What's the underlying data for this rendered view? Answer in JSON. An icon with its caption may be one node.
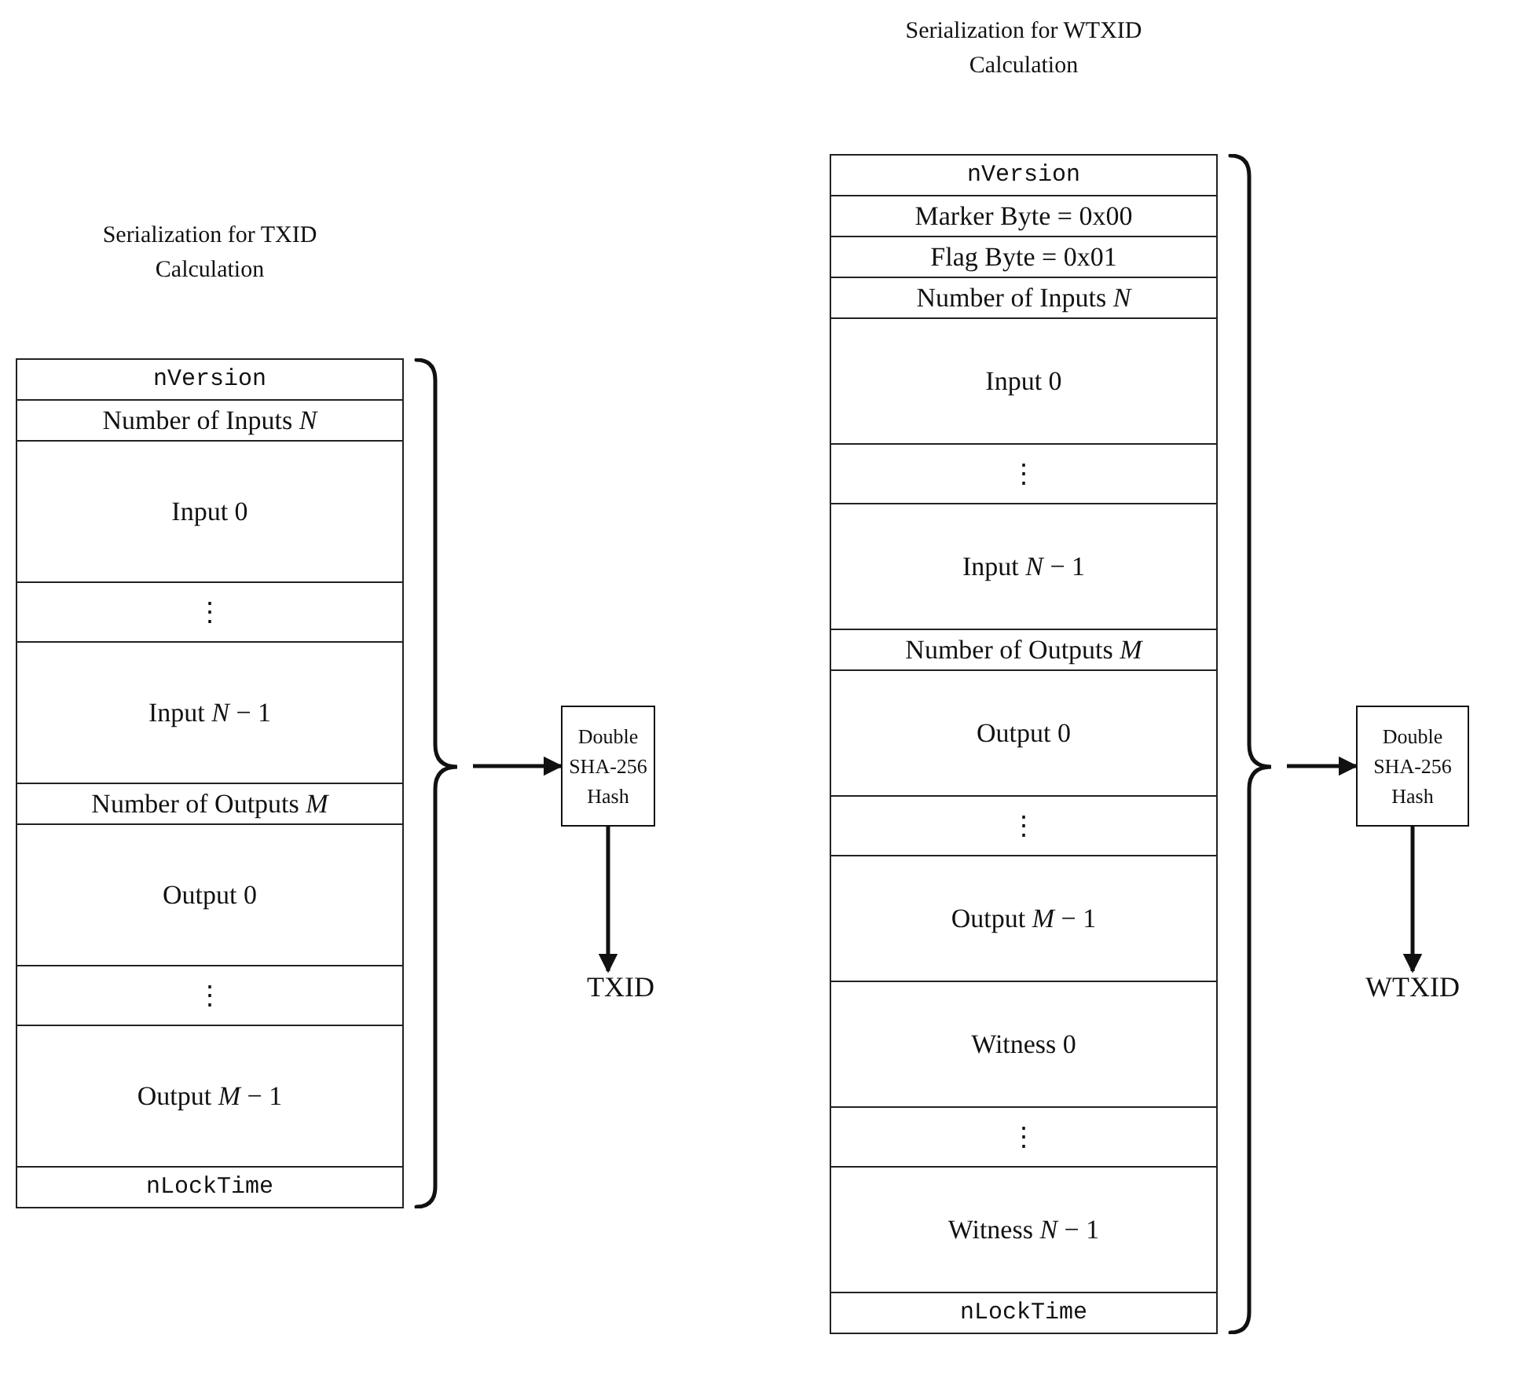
{
  "diagram": {
    "nodes": [
      {
        "text": [
          "Serialization for TXID Calculation"
        ]
      },
      {
        "text": [
          "nVersion"
        ],
        "in": 0
      },
      {
        "text": [
          "Number of Inputs *N*"
        ],
        "in": 0
      },
      {
        "text": [
          "Input 0"
        ],
        "in": 0
      },
      {
        "text": [
          "⋮"
        ],
        "in": 0
      },
      {
        "text": [
          "Input *N* − 1"
        ],
        "in": 0
      },
      {
        "text": [
          "Number of Outputs *M*"
        ],
        "in": 0
      },
      {
        "text": [
          "Output 0"
        ],
        "in": 0
      },
      {
        "text": [
          "⋮"
        ],
        "in": 0
      },
      {
        "text": [
          "Output *M* − 1"
        ],
        "in": 0
      },
      {
        "text": [
          "nLockTime"
        ],
        "in": 0
      },
      {
        "text": [
          "Double SHA-256 Hash"
        ]
      },
      {
        "text": [
          "TXID"
        ]
      },
      {
        "text": [
          "Serialization for WTXID Calculation"
        ]
      },
      {
        "text": [
          "nVersion"
        ],
        "in": 13
      },
      {
        "text": [
          "Marker Byte = 0x00"
        ],
        "in": 13
      },
      {
        "text": [
          "Flag Byte = 0x01"
        ],
        "in": 13
      },
      {
        "text": [
          "Number of Inputs *N*"
        ],
        "in": 13
      },
      {
        "text": [
          "Input 0"
        ],
        "in": 13
      },
      {
        "text": [
          "⋮"
        ],
        "in": 13
      },
      {
        "text": [
          "Input *N* − 1"
        ],
        "in": 13
      },
      {
        "text": [
          "Number of Outputs *M*"
        ],
        "in": 13
      },
      {
        "text": [
          "Output 0"
        ],
        "in": 13
      },
      {
        "text": [
          "⋮"
        ],
        "in": 13
      },
      {
        "text": [
          "Output *M* − 1"
        ],
        "in": 13
      },
      {
        "text": [
          "Witness 0"
        ],
        "in": 13
      },
      {
        "text": [
          "⋮"
        ],
        "in": 13
      },
      {
        "text": [
          "Witness *N* − 1"
        ],
        "in": 13
      },
      {
        "text": [
          "nLockTime"
        ],
        "in": 13
      },
      {
        "text": [
          "Double SHA-256 Hash"
        ]
      },
      {
        "text": [
          "WTXID"
        ]
      }
    ],
    "edges": [
      {
        "from": 0,
        "to": 11,
        "arrow": "to"
      },
      {
        "from": 11,
        "to": 12,
        "arrow": "to"
      },
      {
        "from": 13,
        "to": 29,
        "arrow": "to"
      },
      {
        "from": 29,
        "to": 30,
        "arrow": "to"
      }
    ]
  }
}
